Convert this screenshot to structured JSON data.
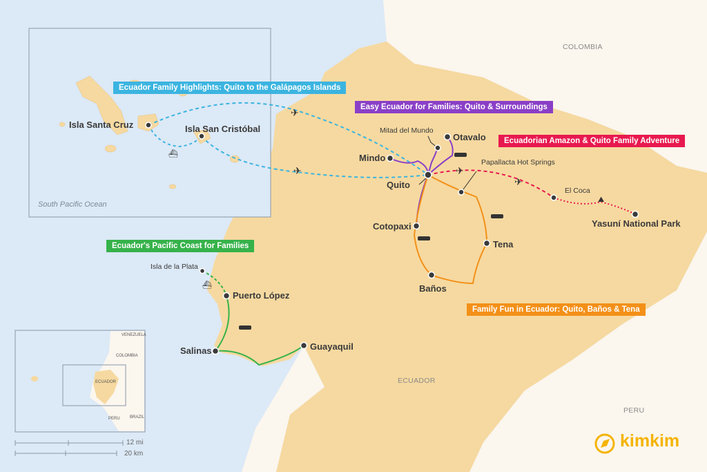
{
  "colors": {
    "ocean": "#dce9f6",
    "land": "#f6d9a0",
    "neighbor": "#fbf6ee",
    "galapagos_route": "#3bb4e0",
    "quito_route": "#8a3fc7",
    "amazon_route": "#e8194f",
    "coast_route": "#36b24a",
    "banos_route": "#f39018",
    "logo": "#f4b400"
  },
  "countries": {
    "colombia": "COLOMBIA",
    "ecuador": "ECUADOR",
    "peru": "PERU"
  },
  "ocean_label": "South Pacific Ocean",
  "routes": [
    {
      "label": "Ecuador Family Highlights: Quito to the Galápagos Islands"
    },
    {
      "label": "Easy Ecuador for Families: Quito & Surroundings"
    },
    {
      "label": "Ecuadorian Amazon & Quito Family Adventure"
    },
    {
      "label": "Ecuador's Pacific Coast for Families"
    },
    {
      "label": "Family Fun in Ecuador: Quito, Baños & Tena"
    }
  ],
  "places": {
    "santa_cruz": "Isla Santa Cruz",
    "san_cristobal": "Isla San Cristóbal",
    "mitad": "Mitad del Mundo",
    "otavalo": "Otavalo",
    "mindo": "Mindo",
    "quito": "Quito",
    "papallacta": "Papallacta Hot Springs",
    "el_coca": "El Coca",
    "yasuni": "Yasuní National Park",
    "cotopaxi": "Cotopaxi",
    "tena": "Tena",
    "banos": "Baños",
    "isla_plata": "Isla de la Plata",
    "puerto_lopez": "Puerto López",
    "salinas": "Salinas",
    "guayaquil": "Guayaquil"
  },
  "inset": {
    "venezuela": "VENEZUELA",
    "colombia": "COLOMBIA",
    "ecuador": "ECUADOR",
    "peru": "PERU",
    "brazil": "BRAZIL"
  },
  "scale": {
    "miles": "12 mi",
    "km": "20 km"
  },
  "logo": "kimkim"
}
